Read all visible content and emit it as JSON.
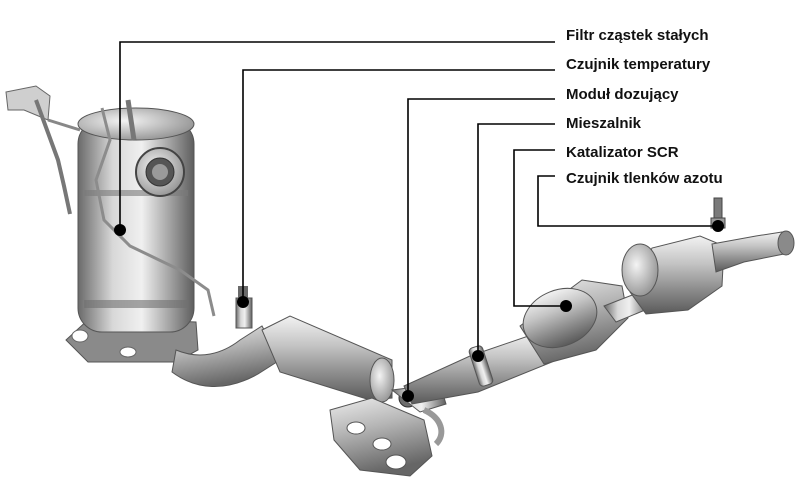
{
  "labels": [
    "Filtr cząstek stałych",
    "Czujnik temperatury",
    "Moduł dozujący",
    "Mieszalnik",
    "Katalizator SCR",
    "Czujnik tlenków azotu"
  ],
  "colors": {
    "metal_light": "#e6e6e6",
    "metal_mid": "#a9a9a9",
    "metal_dark": "#5c5c5c",
    "leader": "#000000"
  }
}
